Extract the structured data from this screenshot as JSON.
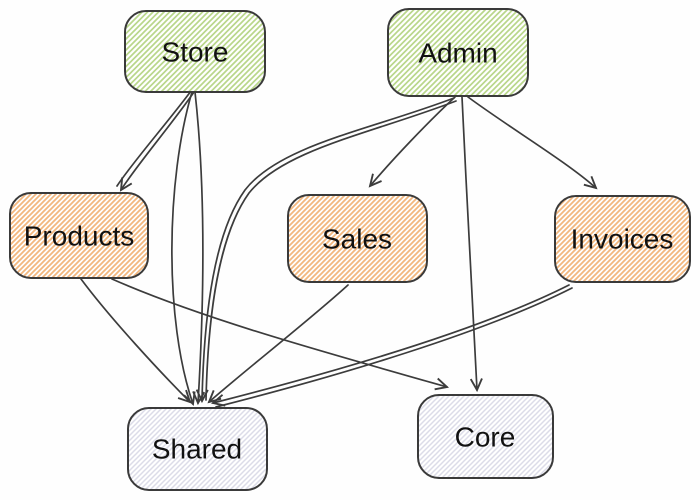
{
  "diagram": {
    "type": "dependency-graph",
    "nodes": [
      {
        "id": "store",
        "label": "Store",
        "style": "green"
      },
      {
        "id": "admin",
        "label": "Admin",
        "style": "green"
      },
      {
        "id": "products",
        "label": "Products",
        "style": "orange"
      },
      {
        "id": "sales",
        "label": "Sales",
        "style": "orange"
      },
      {
        "id": "invoices",
        "label": "Invoices",
        "style": "orange"
      },
      {
        "id": "shared",
        "label": "Shared",
        "style": "gray"
      },
      {
        "id": "core",
        "label": "Core",
        "style": "gray"
      }
    ],
    "edges": [
      {
        "from": "Store",
        "to": "Products"
      },
      {
        "from": "Store",
        "to": "Shared"
      },
      {
        "from": "Admin",
        "to": "Sales"
      },
      {
        "from": "Admin",
        "to": "Invoices"
      },
      {
        "from": "Admin",
        "to": "Core"
      },
      {
        "from": "Admin",
        "to": "Shared"
      },
      {
        "from": "Products",
        "to": "Shared"
      },
      {
        "from": "Products",
        "to": "Core"
      },
      {
        "from": "Sales",
        "to": "Shared"
      },
      {
        "from": "Invoices",
        "to": "Shared"
      }
    ],
    "colors": {
      "green_stripe": "#b9d78b",
      "orange_stripe": "#f2b77e",
      "gray_stripe": "#dcdce8",
      "node_border": "#3a3a3a",
      "edge": "#3c3c3c",
      "text": "#111111",
      "background": "#fefefe"
    }
  }
}
